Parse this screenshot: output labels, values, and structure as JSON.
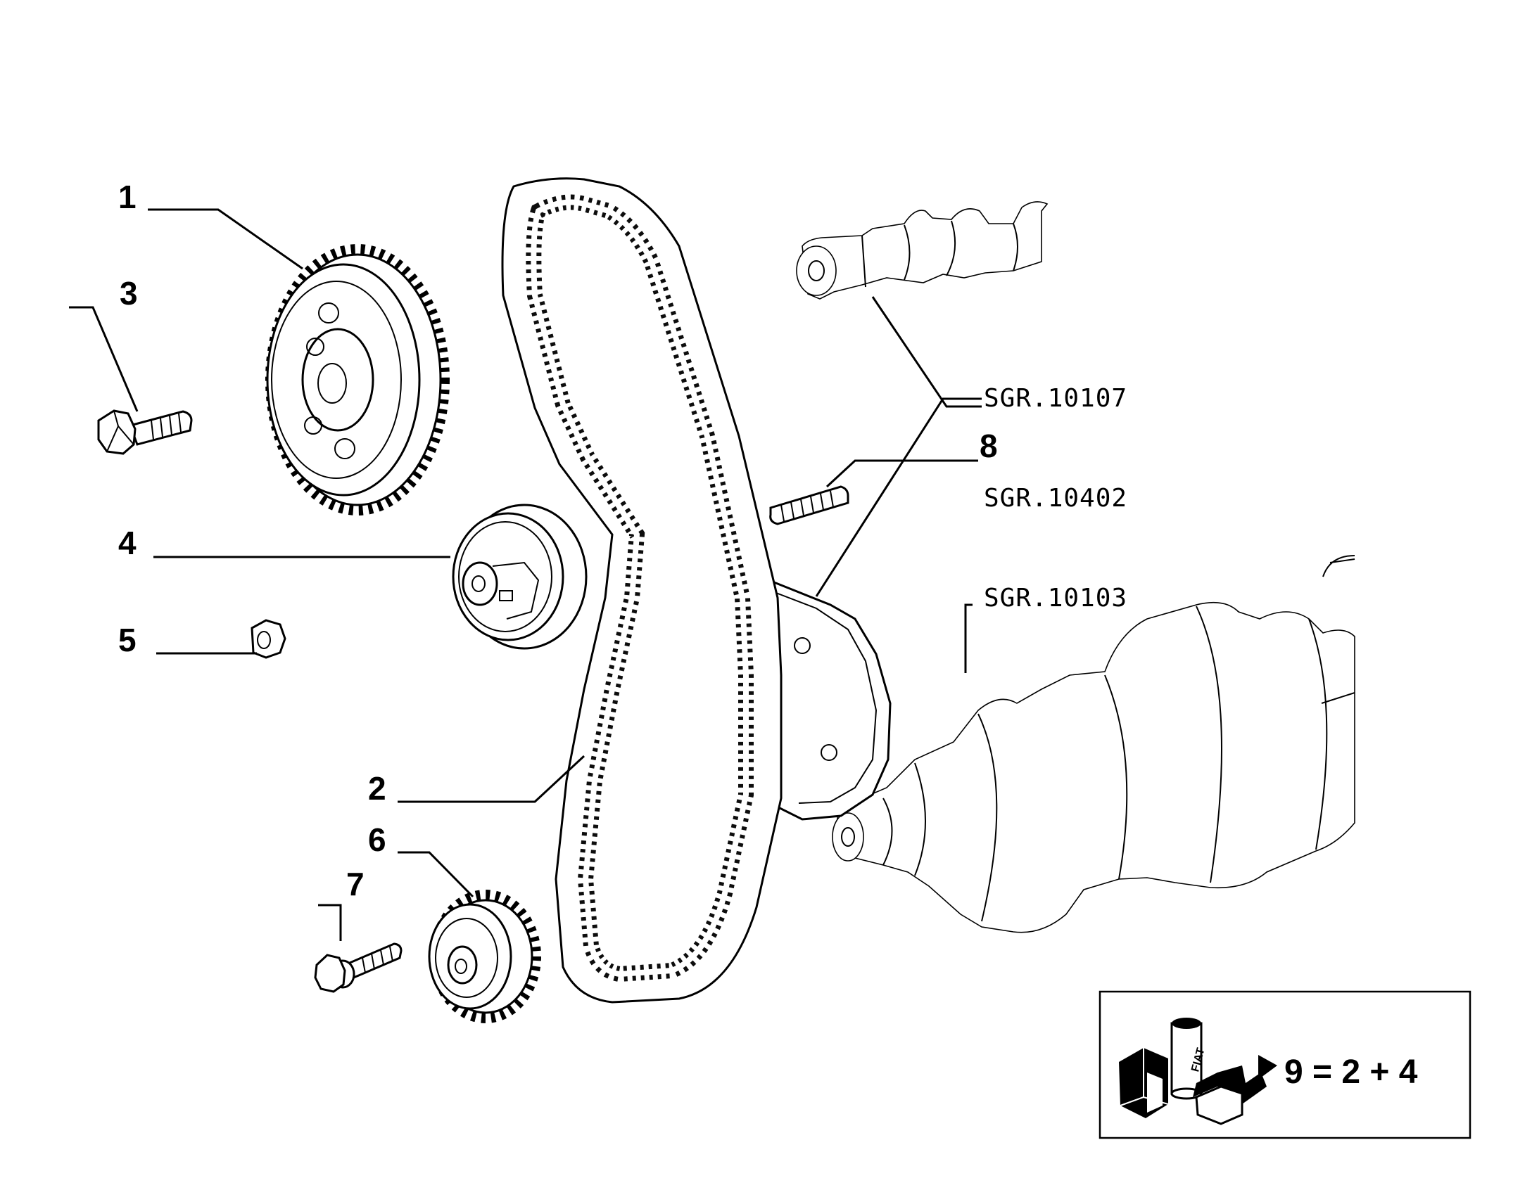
{
  "callouts": {
    "c1": "1",
    "c2": "2",
    "c3": "3",
    "c4": "4",
    "c5": "5",
    "c6": "6",
    "c7": "7",
    "c8": "8"
  },
  "references": {
    "camshaft": "SGR.10107",
    "pump": "SGR.10402",
    "crankshaft": "SGR.10103"
  },
  "kit": {
    "formula": "9 = 2 + 4",
    "logo": "FIAT"
  }
}
